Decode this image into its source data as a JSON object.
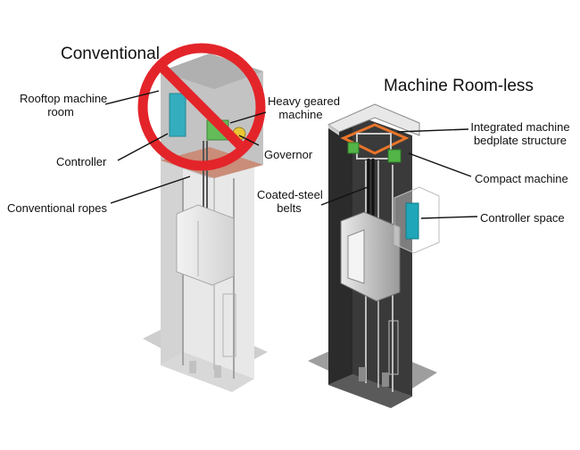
{
  "left_panel": {
    "title": "Conventional",
    "labels": {
      "rooftop_machine_room": [
        "Rooftop machine",
        "room"
      ],
      "heavy_geared_machine": [
        "Heavy geared",
        "machine"
      ],
      "controller": "Controller",
      "governor": "Governor",
      "conventional_ropes": "Conventional ropes"
    }
  },
  "right_panel": {
    "title": "Machine Room-less",
    "labels": {
      "integrated_machine_bedplate": [
        "Integrated machine",
        "bedplate structure"
      ],
      "compact_machine": "Compact machine",
      "coated_steel_belts": [
        "Coated-steel",
        "belts"
      ],
      "controller_space": "Controller space"
    }
  },
  "colors": {
    "prohibition_red": "#e3252a",
    "shaft_dark": "#2b2b2b",
    "shaft_light": "#d9d9d9",
    "controller_teal": "#1fa6b8",
    "machine_green": "#53b547",
    "machine_orange": "#e8742a"
  },
  "icons": {
    "prohibition": "prohibition-sign-icon"
  }
}
